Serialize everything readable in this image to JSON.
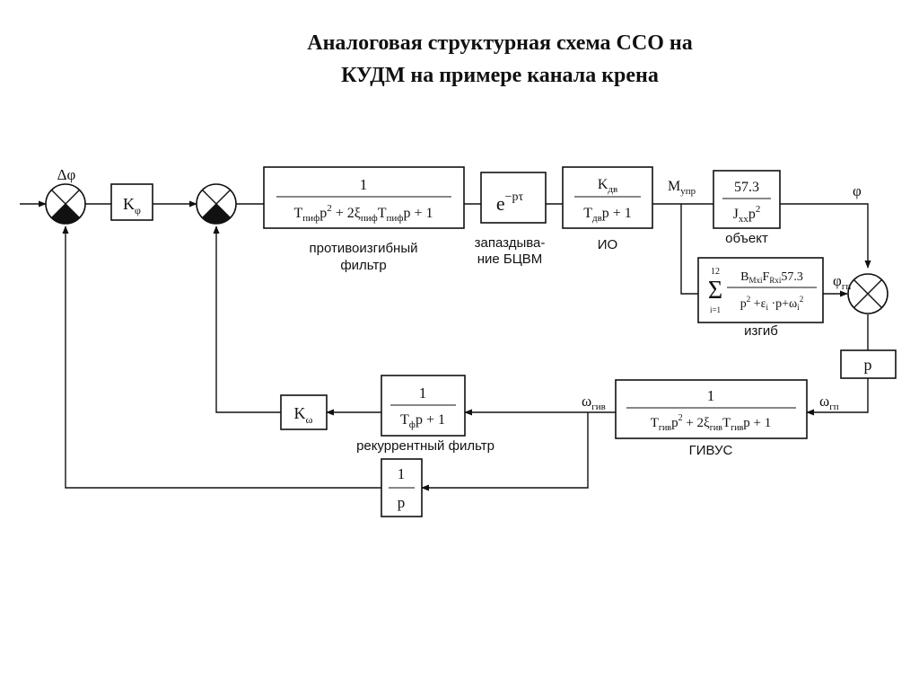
{
  "title": {
    "line1": "Аналоговая структурная схема ССО на",
    "line2": "КУДМ на примере канала крена"
  },
  "signals": {
    "delta_phi": "Δφ",
    "m_upr": "M",
    "m_upr_sub": "упр",
    "phi": "φ",
    "phi_gp": "φ",
    "phi_gp_sub": "гп",
    "omega_gp": "ω",
    "omega_gp_sub": "гп",
    "omega_giv": "ω",
    "omega_giv_sub": "гив"
  },
  "blocks": {
    "k_phi": {
      "main": "K",
      "sub": "φ"
    },
    "pif": {
      "num": "1",
      "den_a": "T",
      "den_a_sub": "пиф",
      "den_b": "p",
      "den_b_sup": "2",
      "den_c": " + 2ξ",
      "den_c_sub": "пиф",
      "den_d": "T",
      "den_d_sub": "пиф",
      "den_e": "p + 1",
      "caption1": "противоизгибный",
      "caption2": "фильтр"
    },
    "delay": {
      "main": "e",
      "sup": "−pτ",
      "caption1": "запаздыва-",
      "caption2": "ние БЦВМ"
    },
    "io": {
      "num_main": "K",
      "num_sub": "дв",
      "den_a": "T",
      "den_a_sub": "дв",
      "den_b": "p + 1",
      "caption": "ИО"
    },
    "obj": {
      "num": "57.3",
      "den_a": "J",
      "den_a_sub": "xx",
      "den_b": "p",
      "den_b_sup": "2",
      "caption": "объект"
    },
    "bend": {
      "sum_top": "12",
      "sum_bot": "i=1",
      "sigma": "Σ",
      "num_a": "B",
      "num_a_sub": "Mxi",
      "num_b": "F",
      "num_b_sub": "Rxi",
      "num_c": "57.3",
      "den_a": "p",
      "den_a_sup": "2",
      "den_b": " +ε",
      "den_b_sub": "i",
      "den_c": " ·p+ω",
      "den_c_sub": "i",
      "den_c_sup": "2",
      "caption": "изгиб"
    },
    "p": {
      "main": "p"
    },
    "givus": {
      "num": "1",
      "den_a": "T",
      "den_a_sub": "гив",
      "den_b": "p",
      "den_b_sup": "2",
      "den_c": " + 2ξ",
      "den_c_sub": "гив",
      "den_d": "T",
      "den_d_sub": "гив",
      "den_e": "p + 1",
      "caption": "ГИВУС"
    },
    "rec": {
      "num": "1",
      "den_a": "T",
      "den_a_sub": "ф",
      "den_b": "p + 1",
      "caption": "рекуррентный фильтр"
    },
    "k_omega": {
      "main": "K",
      "sub": "ω"
    },
    "integ": {
      "num": "1",
      "den": "p"
    }
  }
}
